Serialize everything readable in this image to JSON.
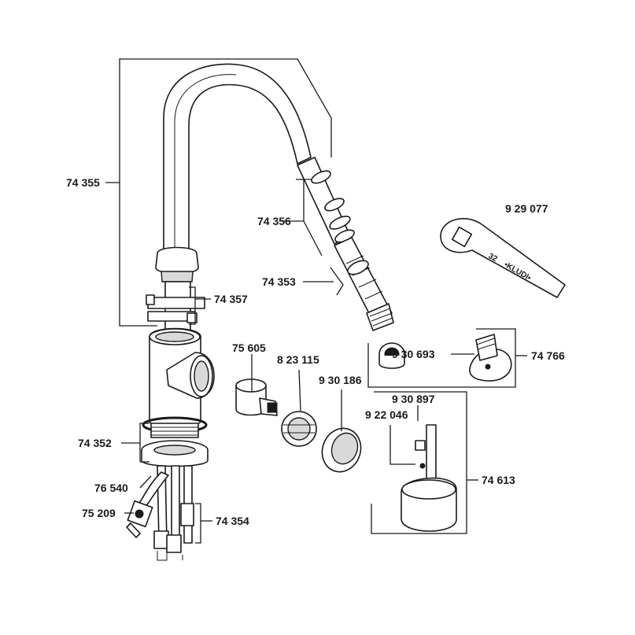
{
  "diagram": {
    "labels": {
      "p74355": "74 355",
      "p74356": "74 356",
      "p74353": "74 353",
      "p74357": "74 357",
      "p9_29_077": "9 29 077",
      "p9_30_693": "9 30 693",
      "p74766": "74 766",
      "p75605": "75 605",
      "p8_23_115": "8 23 115",
      "p9_30_186": "9 30 186",
      "p9_30_897": "9 30 897",
      "p9_22_046": "9 22 046",
      "p74352": "74 352",
      "p74613": "74 613",
      "p76540": "76 540",
      "p75209": "75 209",
      "p74354": "74 354"
    },
    "wrench_markings": {
      "size": "32",
      "brand": "•KLUDI•"
    }
  }
}
